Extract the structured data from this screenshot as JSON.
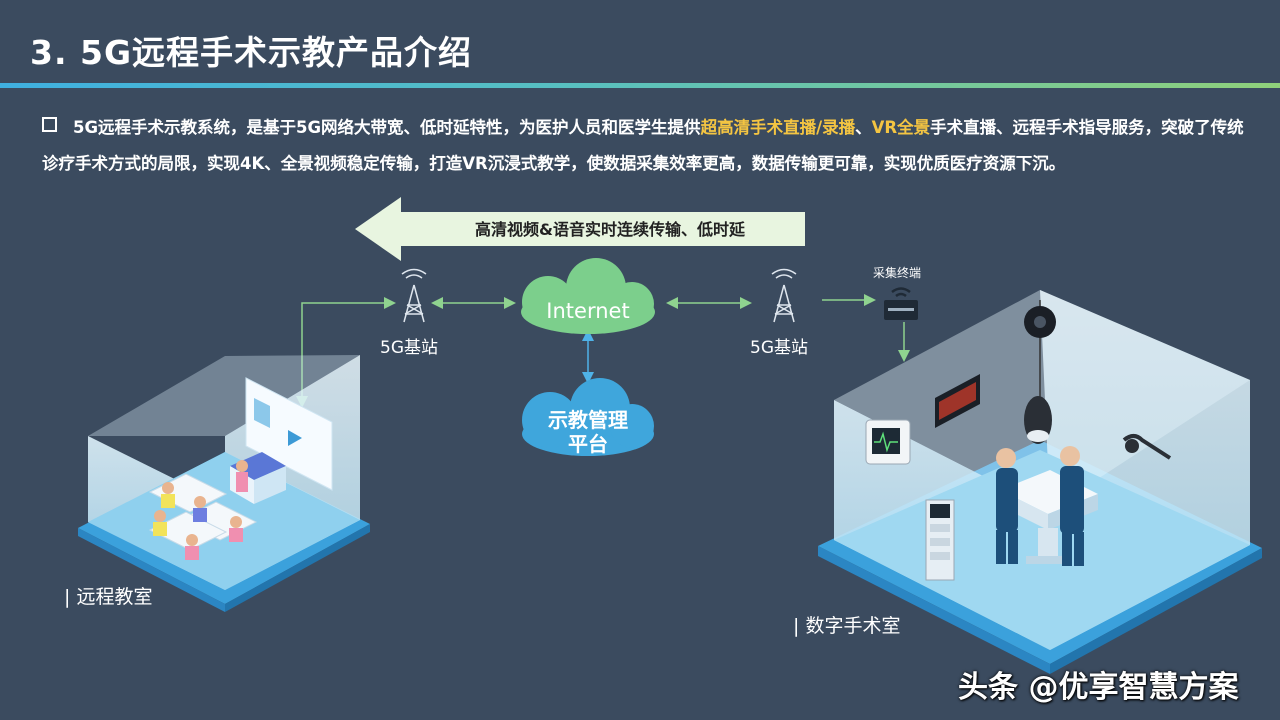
{
  "title": "3. 5G远程手术示教产品介绍",
  "description": {
    "part1": "5G远程手术示教系统，是基于5G网络大带宽、低时延特性，为医护人员和医学生提供",
    "highlight1": "超高清手术直播/录播",
    "part2": "、",
    "highlight2": "VR全景",
    "part3": "手术直播、远程手术指导服务，突破了传统诊疗手术方式的局限，实现4K、全景视频稳定传输，打造VR沉浸式教学，使数据采集效率更高，数据传输更可靠，实现优质医疗资源下沉。"
  },
  "arrow_label": "高清视频&语音实时连续传输、低时延",
  "internet_label": "Internet",
  "platform_label_line1": "示教管理",
  "platform_label_line2": "平台",
  "left_station_label": "5G基站",
  "right_station_label": "5G基站",
  "terminal_label": "采集终端",
  "classroom_label": "| 远程教室",
  "or_label": "| 数字手术室",
  "watermark": "头条 @优享智慧方案",
  "colors": {
    "background": "#3b4b5f",
    "highlight": "#f4c542",
    "cloud_green": "#7ccf8c",
    "cloud_blue": "#3fa6dc",
    "connector": "#8fd38f",
    "arrow_fill": "#e8f5e0"
  }
}
